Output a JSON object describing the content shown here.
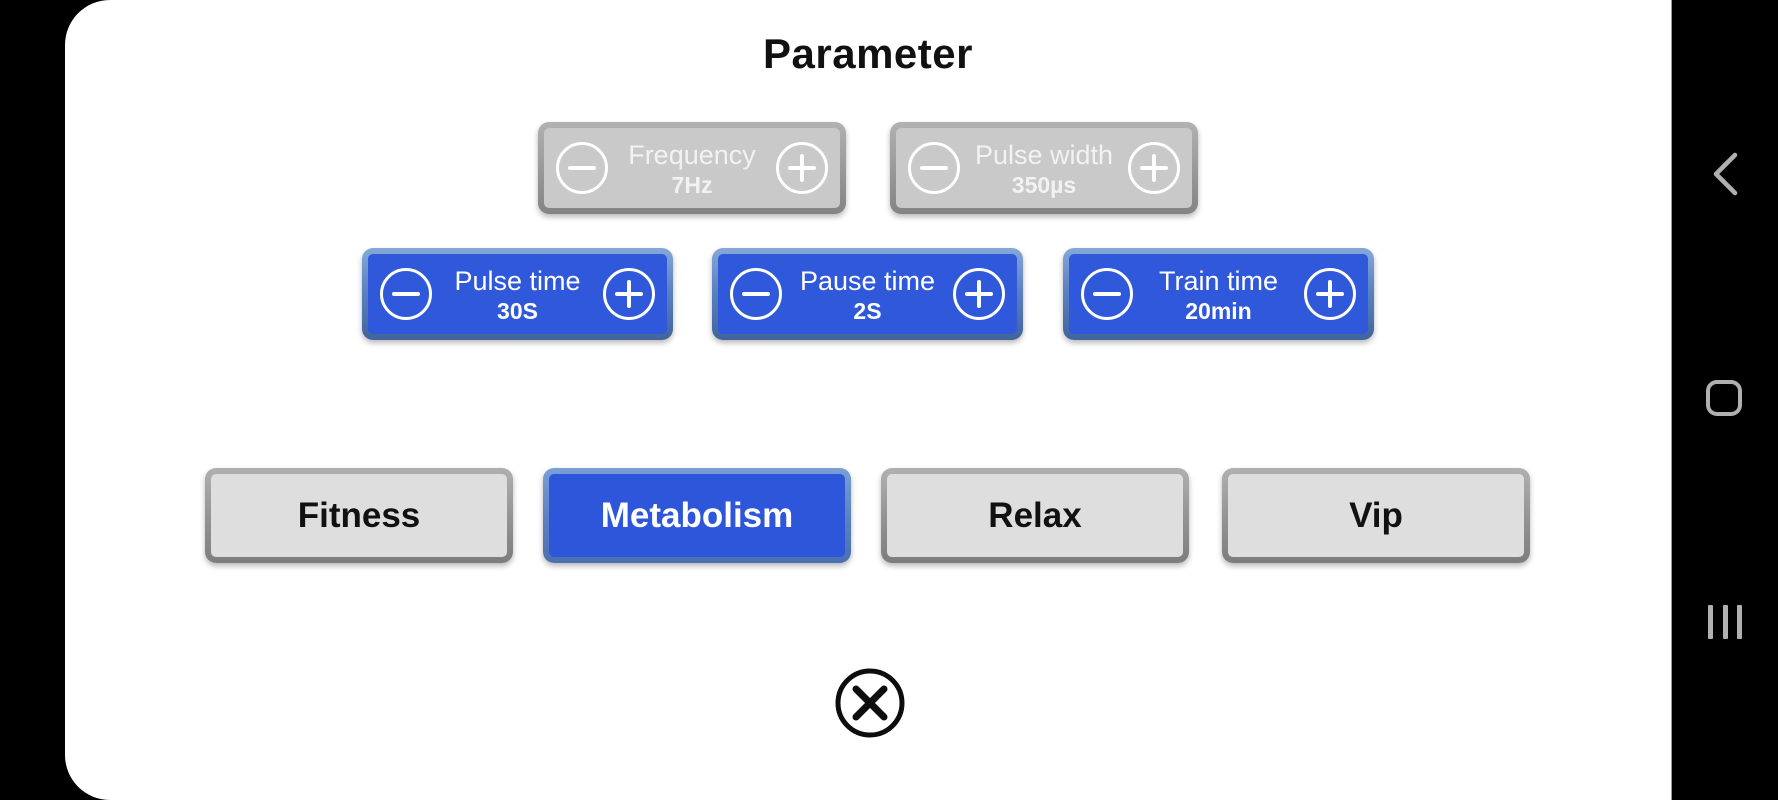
{
  "title": "Parameter",
  "params": [
    {
      "label": "Frequency",
      "value": "7Hz",
      "state": "disabled"
    },
    {
      "label": "Pulse width",
      "value": "350µs",
      "state": "disabled"
    },
    {
      "label": "Pulse time",
      "value": "30S",
      "state": "active"
    },
    {
      "label": "Pause time",
      "value": "2S",
      "state": "active"
    },
    {
      "label": "Train time",
      "value": "20min",
      "state": "active"
    }
  ],
  "modes": [
    {
      "label": "Fitness",
      "selected": false
    },
    {
      "label": "Metabolism",
      "selected": true
    },
    {
      "label": "Relax",
      "selected": false
    },
    {
      "label": "Vip",
      "selected": false
    }
  ],
  "selected_mode": "Metabolism",
  "colors": {
    "accent_blue": "#2f58da",
    "selected_blue": "#2d56db",
    "disabled_fill": "#c9c9c9",
    "mode_fill": "#dedede",
    "nav_icon_gray": "#b0b0b0",
    "panel_bg": "#ffffff",
    "screen_bg": "#000000"
  },
  "icons": {
    "minus": "minus-icon",
    "plus": "plus-icon",
    "close": "close-circle-icon",
    "back": "chevron-left-icon",
    "home": "home-square-icon",
    "recents": "recents-bars-icon"
  }
}
